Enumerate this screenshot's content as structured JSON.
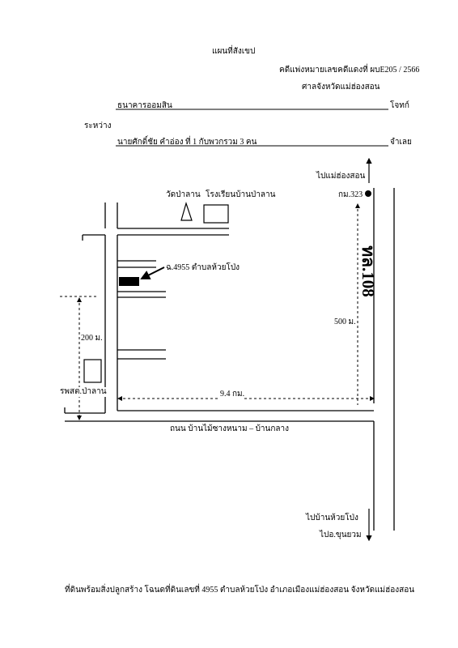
{
  "header": {
    "title": "แผนที่สังเขป",
    "case_number": "คดีแพ่งหมายเลขคดีแดงที่ ผบE205 / 2566",
    "court": "ศาลจังหวัดแม่ฮ่องสอน"
  },
  "parties": {
    "plaintiff": "ธนาคารออมสิน",
    "plaintiff_role": "โจทก์",
    "between": "ระหว่าง",
    "defendant": "นายศักดิ์ชัย คำอ่อง ที่ 1 กับพวกรวม 3 คน",
    "defendant_role": "จำเลย"
  },
  "map": {
    "to_north": "ไปแม่ฮ่องสอน",
    "km_marker": "กม.323",
    "temple": "วัดป่าลาน",
    "school": "โรงเรียนบ้านป่าลาน",
    "highway": "ทล.108",
    "land_label": "ฉ.4955 ตำบลห้วยโป่ง",
    "dist_500": "500 ม.",
    "dist_200": "200 ม.",
    "hospital": "รพสต.ป่าลาน",
    "dist_9_4": "9.4 กม.",
    "road_name": "ถนน บ้านไม้ซางหนาม – บ้านกลาง",
    "to_huaypong": "ไปบ้านห้วยโป่ง",
    "to_khunyuam": "ไปอ.ขุนยวม"
  },
  "footer": {
    "caption": "ที่ดินพร้อมสิ่งปลูกสร้าง โฉนดที่ดินเลขที่ 4955 ตำบลห้วยโป่ง อำเภอเมืองแม่ฮ่องสอน จังหวัดแม่ฮ่องสอน"
  }
}
